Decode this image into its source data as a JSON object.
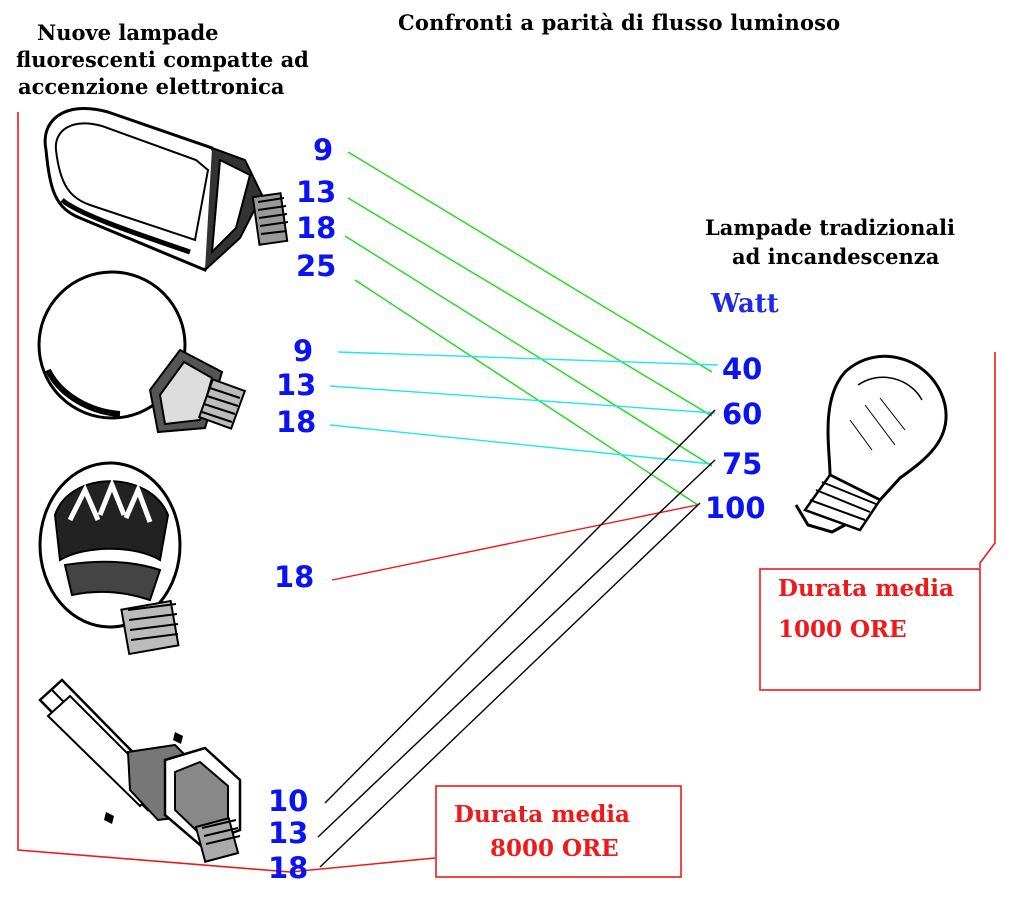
{
  "title": "Confronti a parità di flusso luminoso",
  "left_header": [
    "Nuove lampade",
    "fluorescenti compatte ad",
    "accenzione elettronica"
  ],
  "right_header": [
    "Lampade tradizionali",
    "ad incandescenza"
  ],
  "unit_label": "Watt",
  "fluorescent_groups": [
    {
      "lamp": "tubular-cfl-lamp",
      "watts": [
        "9",
        "13",
        "18",
        "25"
      ]
    },
    {
      "lamp": "globe-cfl-lamp",
      "watts": [
        "9",
        "13",
        "18"
      ]
    },
    {
      "lamp": "spiral-globe-lamp",
      "watts": [
        "18"
      ]
    },
    {
      "lamp": "stick-cfl-lamp",
      "watts": [
        "10",
        "13",
        "18"
      ]
    }
  ],
  "incandescent_watts": [
    "40",
    "60",
    "75",
    "100"
  ],
  "equivalences": [
    {
      "from_group": 0,
      "from": "9",
      "to": "40",
      "color": "#1adc1a"
    },
    {
      "from_group": 0,
      "from": "13",
      "to": "60",
      "color": "#1adc1a"
    },
    {
      "from_group": 0,
      "from": "18",
      "to": "75",
      "color": "#1adc1a"
    },
    {
      "from_group": 0,
      "from": "25",
      "to": "100",
      "color": "#1adc1a"
    },
    {
      "from_group": 1,
      "from": "9",
      "to": "40",
      "color": "#1ee8ee"
    },
    {
      "from_group": 1,
      "from": "13",
      "to": "60",
      "color": "#1ee8ee"
    },
    {
      "from_group": 1,
      "from": "18",
      "to": "75",
      "color": "#1ee8ee"
    },
    {
      "from_group": 2,
      "from": "18",
      "to": "100",
      "color": "#ee1a1a"
    },
    {
      "from_group": 3,
      "from": "10",
      "to": "60",
      "color": "#000000"
    },
    {
      "from_group": 3,
      "from": "13",
      "to": "75",
      "color": "#000000"
    },
    {
      "from_group": 3,
      "from": "18",
      "to": "100",
      "color": "#000000"
    }
  ],
  "fluorescent_duration": [
    "Durata media",
    "8000 ORE"
  ],
  "incandescent_duration": [
    "Durata media",
    "1000 ORE"
  ],
  "colors": {
    "numbers": "#0a14f2",
    "duration_text": "#ee1a1a",
    "bracket": "#ee1a1a"
  }
}
